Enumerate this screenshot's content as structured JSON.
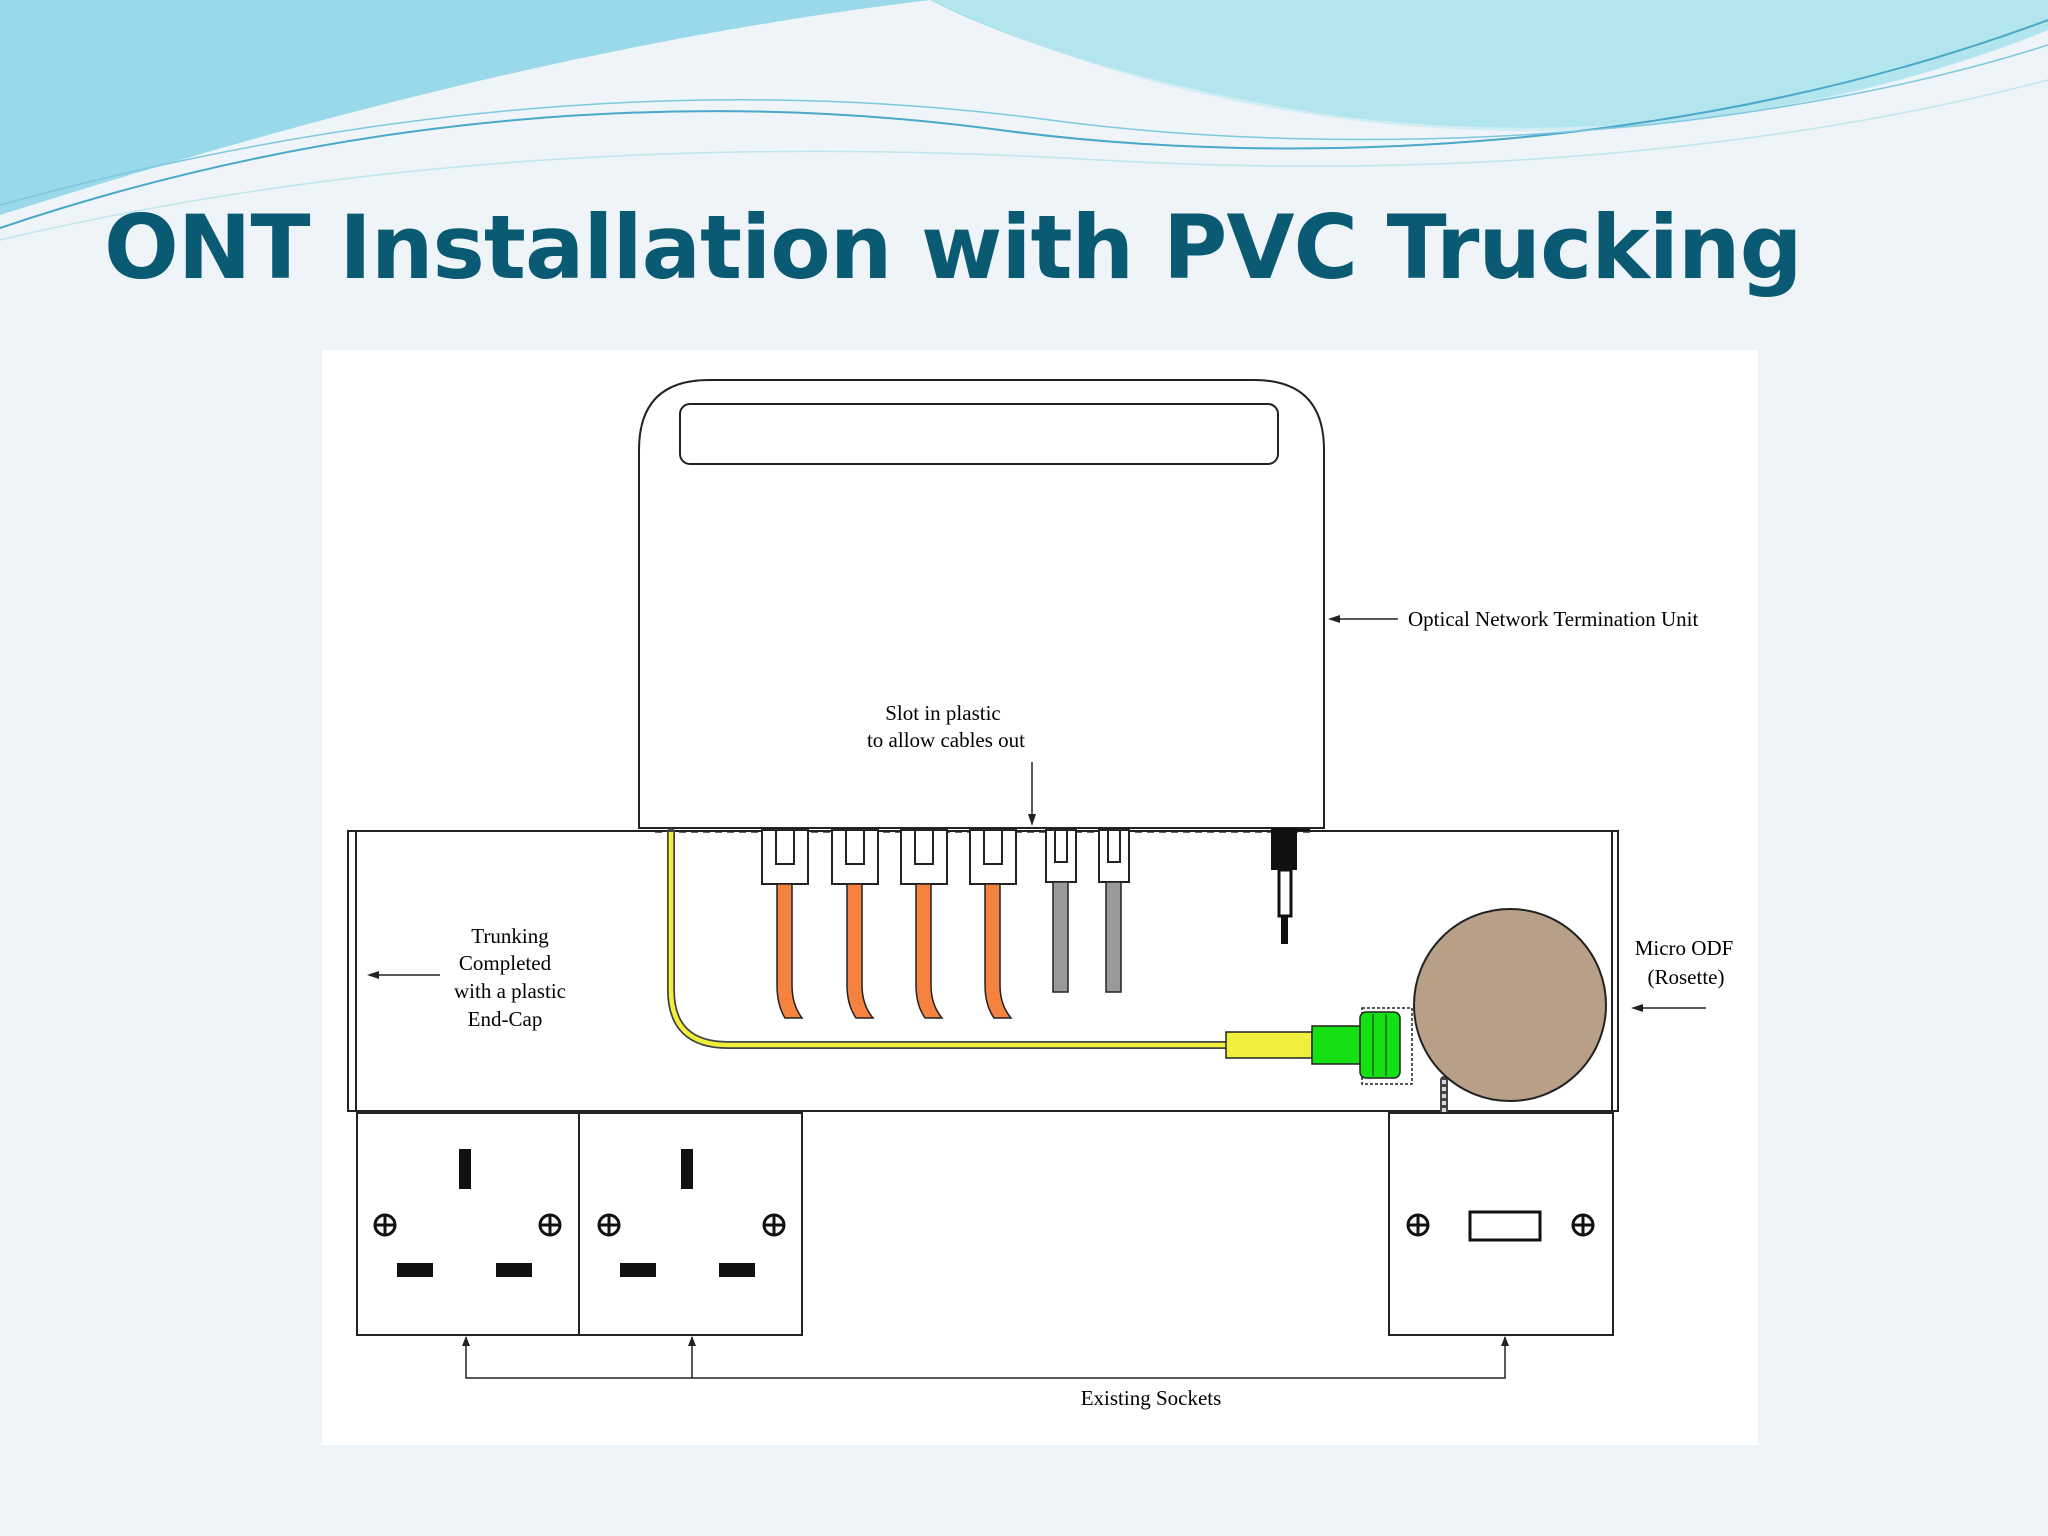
{
  "slide": {
    "title": "ONT Installation with PVC Trucking",
    "title_color": "#0a5a73",
    "background_color": "#eef4f8",
    "header_wave_colors": [
      "#54c6dc",
      "#8ad4e6",
      "#c9ecf3"
    ]
  },
  "diagram": {
    "labels": {
      "ont": "Optical Network Termination Unit",
      "slot_line1": "Slot in plastic",
      "slot_line2": "to allow cables out",
      "trunking_line1": "Trunking",
      "trunking_line2": "Completed",
      "trunking_line3": "with a plastic",
      "trunking_line4": "End-Cap",
      "odf_line1": "Micro ODF",
      "odf_line2": "(Rosette)",
      "sockets": "Existing Sockets"
    },
    "colors": {
      "ethernet_cable": "#f5833f",
      "phone_cable": "#9a9a9a",
      "fibre_cable": "#f2ee3c",
      "fibre_connector": "#14e014",
      "rosette": "#b8a088"
    }
  }
}
